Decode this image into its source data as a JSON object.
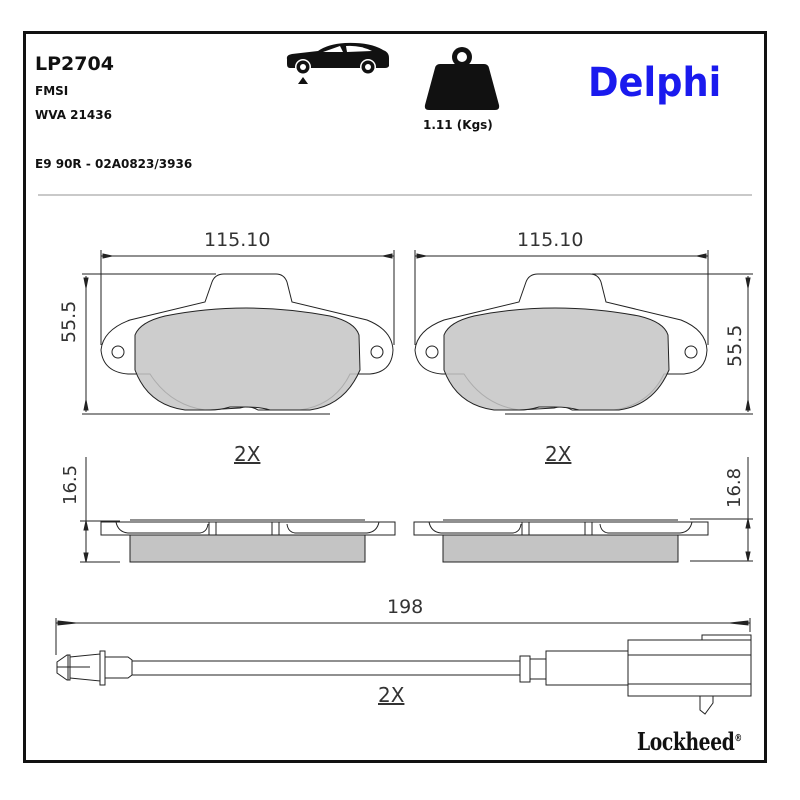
{
  "header": {
    "part_number": "LP2704",
    "fmsi_label": "FMSI",
    "wva": "WVA 21436",
    "approval": "E9 90R - 02A0823/3936",
    "weight": "1.11 (Kgs)",
    "axle_icon": "car-front-axle-icon",
    "weight_icon": "weight-icon"
  },
  "brand": {
    "name": "Delphi",
    "color": "#1a1aee",
    "watermark_color": "#e8eef8"
  },
  "footer": {
    "brand": "Lockheed",
    "trademark": "®"
  },
  "drawing": {
    "pad_left": {
      "width_dim": "115.10",
      "height_dim": "55.5",
      "quantity": "2X",
      "thickness_dim": "16.5"
    },
    "pad_right": {
      "width_dim": "115.10",
      "height_dim": "55.5",
      "quantity": "2X",
      "thickness_dim": "16.8"
    },
    "wear_sensor": {
      "length_dim": "198",
      "quantity": "2X"
    },
    "colors": {
      "friction": "#c4c4c4",
      "line": "#222222"
    }
  }
}
